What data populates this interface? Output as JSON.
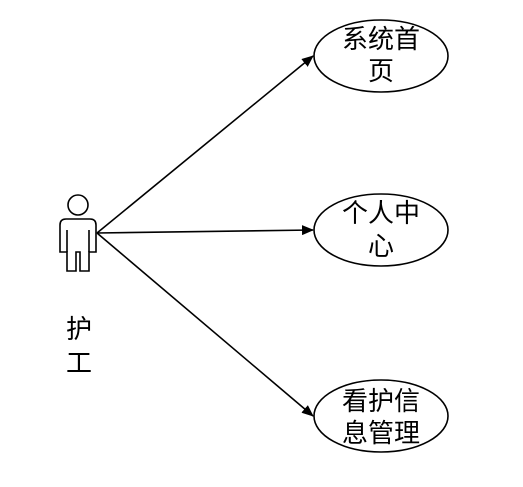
{
  "diagram": {
    "actor": {
      "name_lines": [
        "护",
        "工"
      ]
    },
    "use_cases": [
      {
        "label_lines": [
          "系统首",
          "页"
        ]
      },
      {
        "label_lines": [
          "个人中",
          "心"
        ]
      },
      {
        "label_lines": [
          "看护信",
          "息管理"
        ]
      }
    ]
  }
}
